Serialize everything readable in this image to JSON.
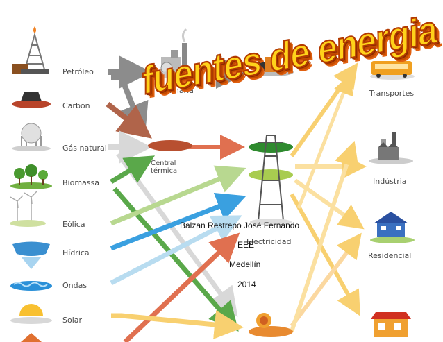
{
  "title": "fuentes de energia",
  "sources": [
    {
      "label": "Petróleo",
      "icon": "oil-rig-icon"
    },
    {
      "label": "Carbon",
      "icon": "coal-icon"
    },
    {
      "label": "Gás natural",
      "icon": "gas-tank-icon"
    },
    {
      "label": "Biomassa",
      "icon": "trees-icon"
    },
    {
      "label": "Eólica",
      "icon": "wind-turbine-icon"
    },
    {
      "label": "Hídrica",
      "icon": "dam-icon"
    },
    {
      "label": "Ondas",
      "icon": "waves-icon"
    },
    {
      "label": "Solar",
      "icon": "sun-icon"
    }
  ],
  "middle": {
    "refinery": "Refinaria",
    "thermal": "Central\ntérmica",
    "electricity": "Electricidad"
  },
  "consumers": [
    {
      "label": "Transportes",
      "icon": "bus-icon"
    },
    {
      "label": "Indústria",
      "icon": "factory-icon"
    },
    {
      "label": "Residencial",
      "icon": "house-icon"
    }
  ],
  "credits": {
    "author": "Balzan Restrepo José Fernando",
    "group": "EEE",
    "city": "Medellín",
    "year": "2014"
  },
  "colors": {
    "title_fill": "#ffd21a",
    "title_stroke": "#b33a00",
    "arrow_gray": "#8c8c8c",
    "arrow_brown": "#b0644a",
    "arrow_green": "#5aa84a",
    "arrow_lightgreen": "#b8d890",
    "arrow_blue": "#3aa0e0",
    "arrow_orange": "#f0a070",
    "arrow_yellow": "#f8d870"
  }
}
